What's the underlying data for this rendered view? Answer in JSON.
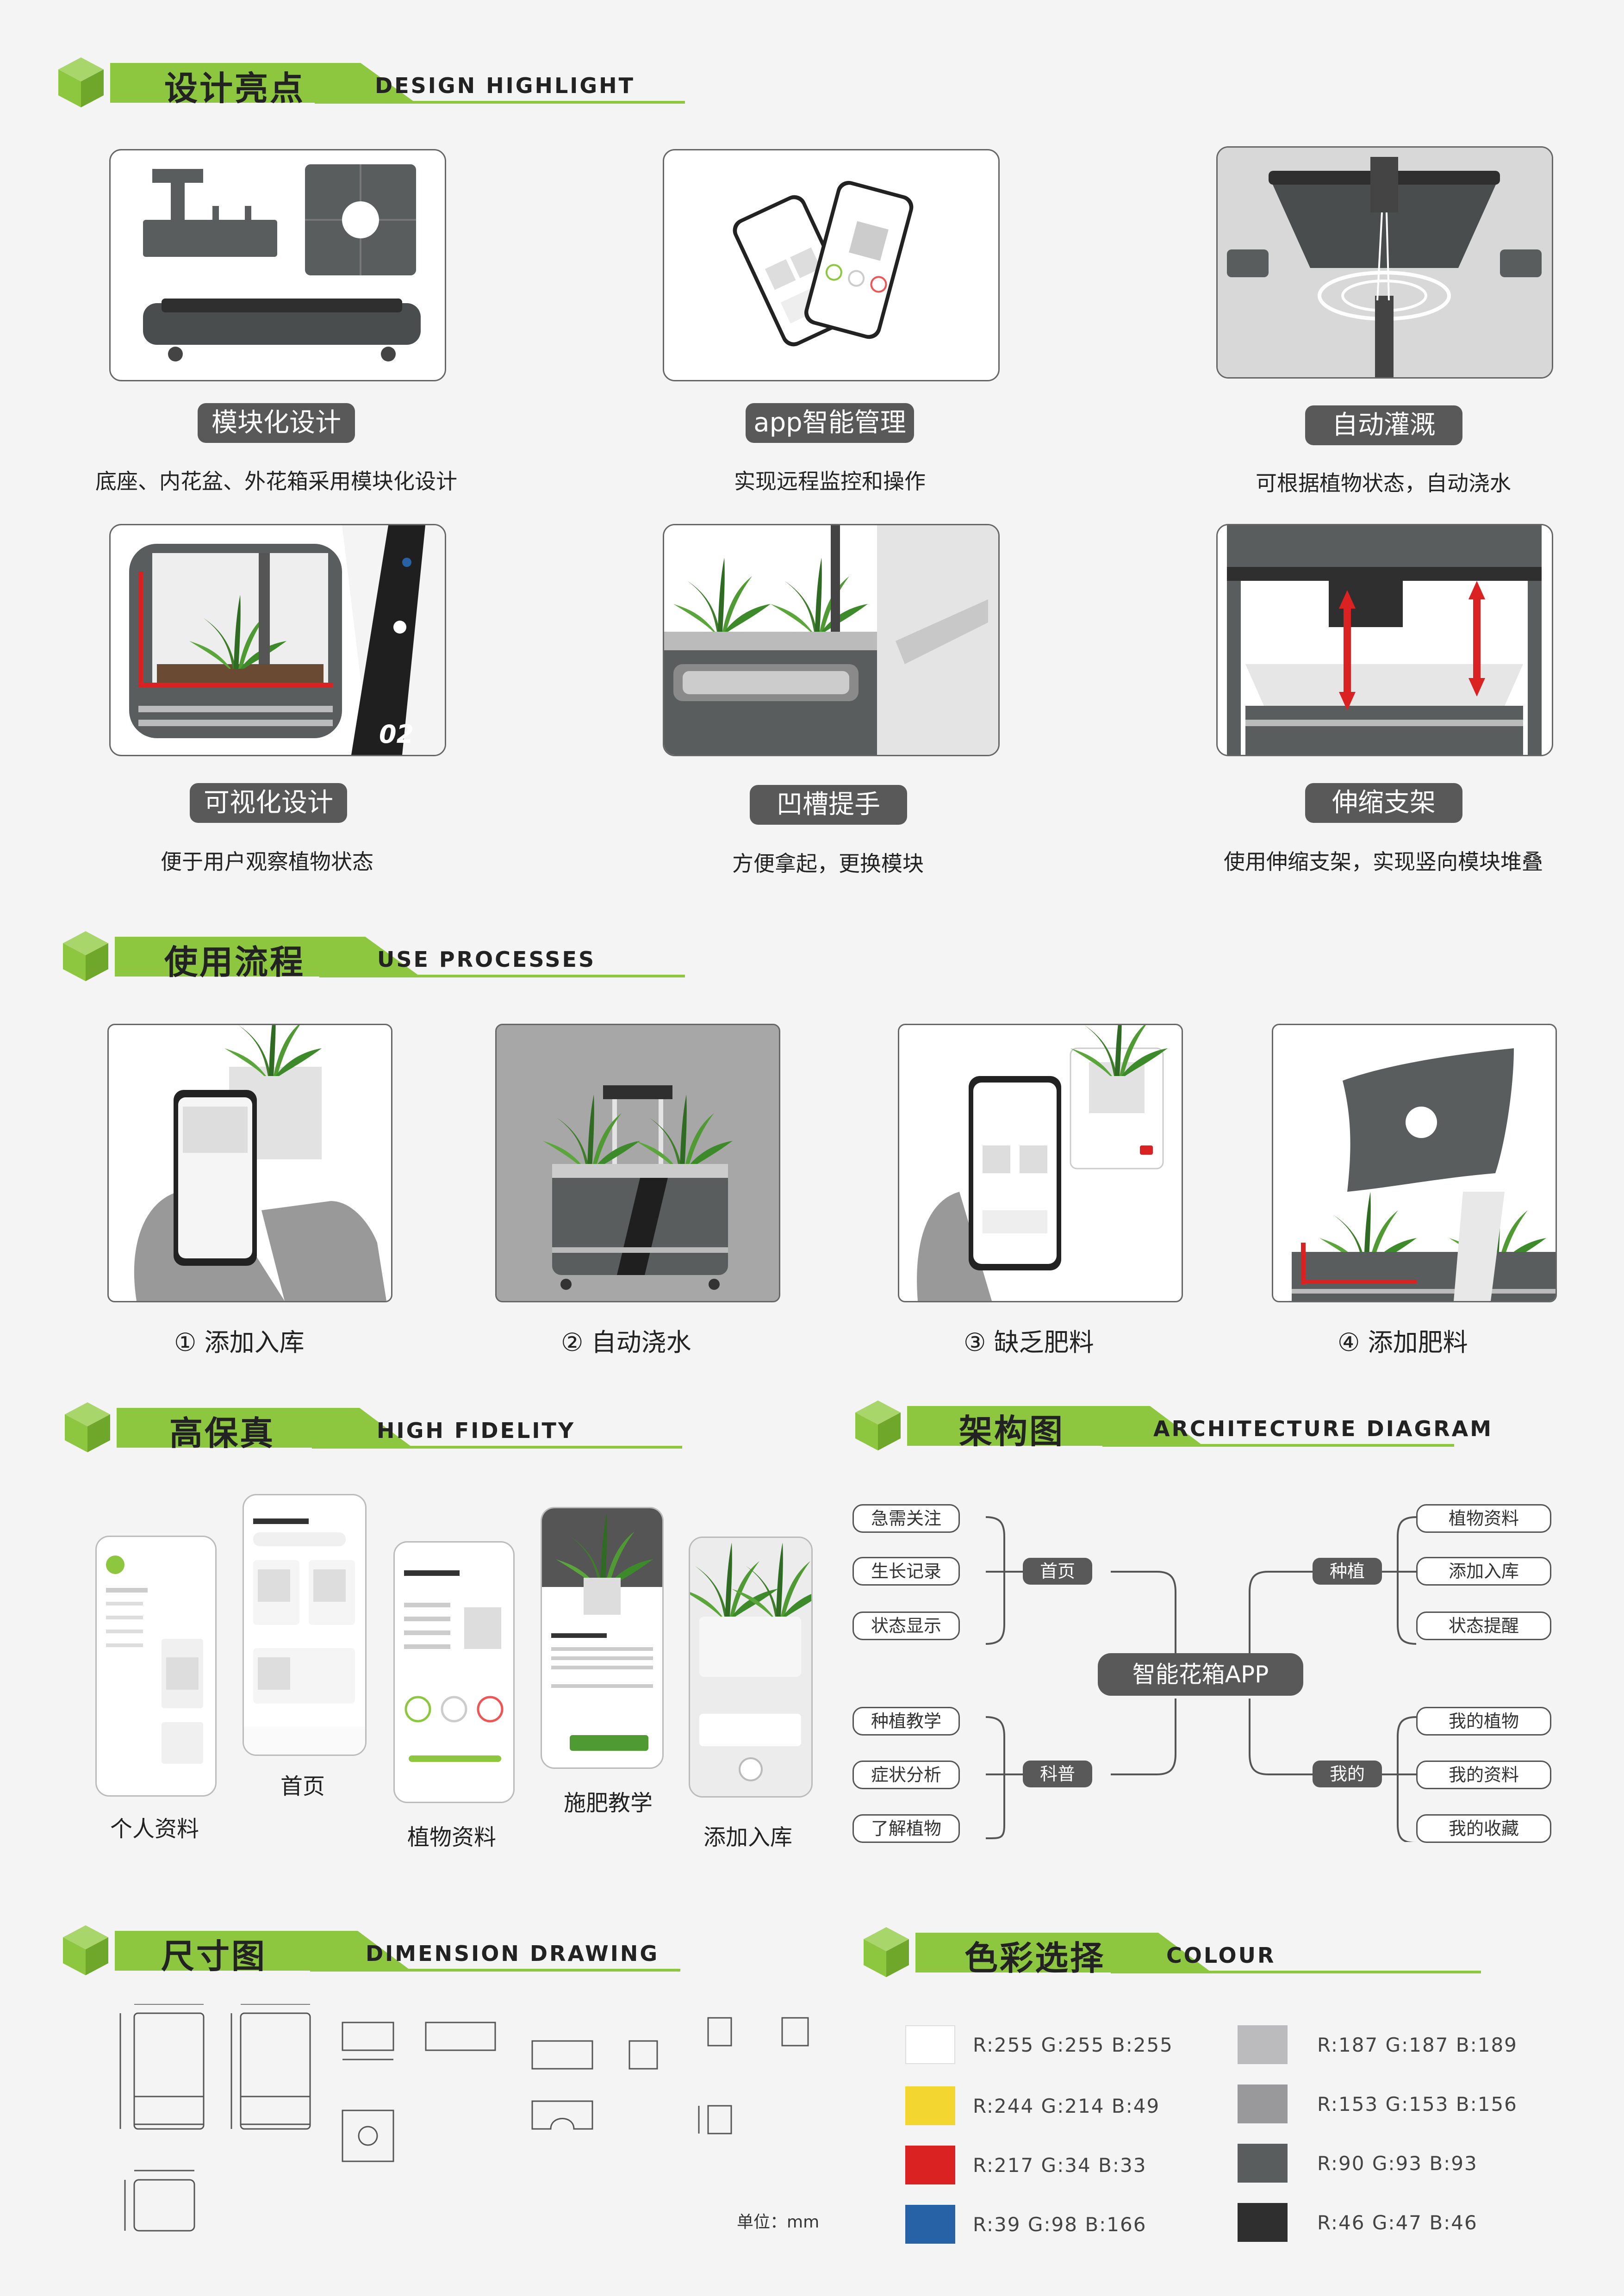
{
  "colors": {
    "accent": "#8dc63f",
    "dark": "#595959",
    "panel": "#f4f4f4"
  },
  "sections": {
    "highlight": {
      "cn": "设计亮点",
      "en": "DESIGN HIGHLIGHT"
    },
    "process": {
      "cn": "使用流程",
      "en": "USE PROCESSES"
    },
    "fidelity": {
      "cn": "高保真",
      "en": "HIGH FIDELITY"
    },
    "architecture": {
      "cn": "架构图",
      "en": "ARCHITECTURE DIAGRAM"
    },
    "dimension": {
      "cn": "尺寸图",
      "en": "DIMENSION DRAWING"
    },
    "colour": {
      "cn": "色彩选择",
      "en": "COLOUR"
    }
  },
  "highlights": [
    {
      "title": "模块化设计",
      "desc": "底座、内花盆、外花箱采用模块化设计"
    },
    {
      "title": "app智能管理",
      "desc": "实现远程监控和操作"
    },
    {
      "title": "自动灌溉",
      "desc": "可根据植物状态，自动浇水"
    },
    {
      "title": "可视化设计",
      "desc": "便于用户观察植物状态"
    },
    {
      "title": "凹槽提手",
      "desc": "方便拿起，更换模块"
    },
    {
      "title": "伸缩支架",
      "desc": "使用伸缩支架，实现竖向模块堆叠"
    }
  ],
  "process_steps": [
    "① 添加入库",
    "② 自动浇水",
    "③ 缺乏肥料",
    "④ 添加肥料"
  ],
  "screens": [
    {
      "label": "个人资料"
    },
    {
      "label": "首页"
    },
    {
      "label": "植物资料"
    },
    {
      "label": "施肥教学"
    },
    {
      "label": "添加入库"
    }
  ],
  "architecture": {
    "root": "智能花箱APP",
    "home": {
      "label": "首页",
      "children": [
        "急需关注",
        "生长记录",
        "状态显示"
      ]
    },
    "science": {
      "label": "科普",
      "children": [
        "种植教学",
        "症状分析",
        "了解植物"
      ]
    },
    "plant": {
      "label": "种植",
      "children": [
        "植物资料",
        "添加入库",
        "状态提醒"
      ]
    },
    "mine": {
      "label": "我的",
      "children": [
        "我的植物",
        "我的资料",
        "我的收藏"
      ]
    }
  },
  "dimension": {
    "unit": "单位：mm"
  },
  "palette": [
    {
      "hex": "#ffffff",
      "rgb": "R:255   G:255   B:255"
    },
    {
      "hex": "#f4d631",
      "rgb": "R:244   G:214   B:49"
    },
    {
      "hex": "#d92221",
      "rgb": "R:217   G:34    B:33"
    },
    {
      "hex": "#2762a6",
      "rgb": "R:39    G:98    B:166"
    },
    {
      "hex": "#bbbbbd",
      "rgb": "R:187   G:187   B:189"
    },
    {
      "hex": "#99999c",
      "rgb": "R:153   G:153   B:156"
    },
    {
      "hex": "#5a5d5d",
      "rgb": "R:90    G:93    B:93"
    },
    {
      "hex": "#2e2f2e",
      "rgb": "R:46    G:47    B:46"
    }
  ]
}
